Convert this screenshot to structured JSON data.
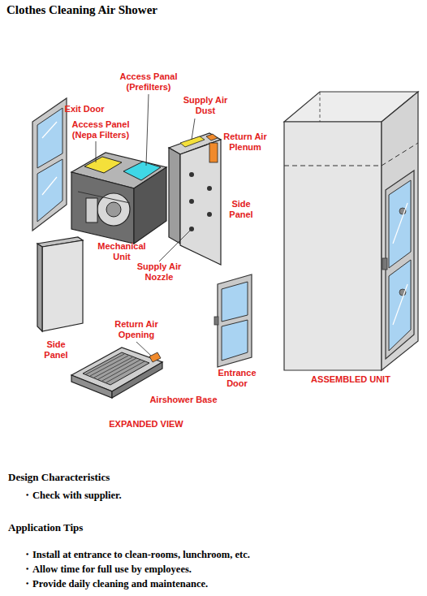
{
  "diagram": {
    "title": "Clothes Cleaning Air Shower",
    "labels": [
      "Access Panal (Prefilters)",
      "Exit Door",
      "Supply Air Dust",
      "Access Panel (Nepa Filters)",
      "Return Air Plenum",
      "Side Panel",
      "Mechanical Unit",
      "Supply Air Nozzle",
      "Return Air Opening",
      "Side Panel",
      "Entrance Door",
      "Airshower Base",
      "EXPANDED VIEW",
      "ASSEMBLED UNIT",
      "Design Characteristics",
      "・Check with supplier.",
      "Application Tips",
      "・Install at entrance to clean-rooms, lunchroom, etc.",
      "・Allow time for full use by employees.",
      "・Provide daily cleaning and maintenance."
    ]
  }
}
